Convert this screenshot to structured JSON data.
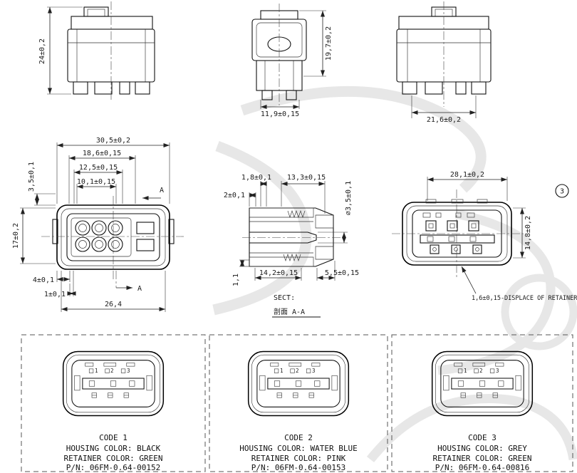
{
  "dims": {
    "top_left_height": "24±0,2",
    "top_mid_height": "19,7±0,2",
    "top_mid_width": "11,9±0,15",
    "top_right_width": "21,6±0,2",
    "front_w1": "30,5±0,2",
    "front_w2": "18,6±0,15",
    "front_w3": "12,5±0,15",
    "front_w4": "10,1±0,15",
    "front_h_top": "3,5±0,1",
    "front_h": "17±0,2",
    "front_b1": "4±0,1",
    "front_b2": "1±0,1",
    "front_b3": "26,4",
    "sect_t1": "1,8±0,1",
    "sect_t2": "13,3±0,15",
    "sect_l1": "2±0,1",
    "sect_dia": "⌀3,5±0,1",
    "sect_b1": "14,2±0,15",
    "sect_b2": "5,5±0,15",
    "sect_l2": "1,1",
    "rear_w": "28,1±0,2",
    "rear_h": "14,8±0,2",
    "rear_note": "1,6±0,15-DISPLACE OF RETAINER"
  },
  "drawing": {
    "section_arrow_label": "A",
    "section_title": "SECT:",
    "section_subtitle": "剖面  A-A",
    "balloon_3": "3"
  },
  "terminals": [
    "1",
    "2",
    "3"
  ],
  "codes": [
    {
      "code": "CODE 1",
      "housing": "HOUSING COLOR: BLACK",
      "retainer": "RETAINER COLOR: GREEN",
      "pn": "P/N: 06FM-0.64-00152"
    },
    {
      "code": "CODE 2",
      "housing": "HOUSING COLOR: WATER BLUE",
      "retainer": "RETAINER COLOR: PINK",
      "pn": "P/N: 06FM-0.64-00153"
    },
    {
      "code": "CODE 3",
      "housing": "HOUSING COLOR: GREY",
      "retainer": "RETAINER COLOR: GREEN",
      "pn": "P/N: 06FM-0.64-00816"
    }
  ]
}
